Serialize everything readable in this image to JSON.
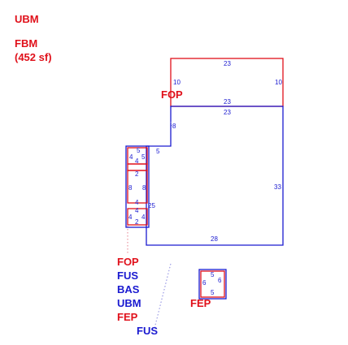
{
  "header": {
    "legend_top": "UBM",
    "area_label": "FBM",
    "area_value": "(452 sf)"
  },
  "colors": {
    "red": "#e0101a",
    "blue": "#1a1ad0"
  },
  "labels": {
    "fop_top": "FOP",
    "fop_bottom": "FOP",
    "fus_1": "FUS",
    "bas_1": "BAS",
    "ubm_1": "UBM",
    "fep_1": "FEP",
    "fus_2": "FUS",
    "fep_right": "FEP"
  },
  "dimensions": {
    "porch_top": "23",
    "porch_left": "10",
    "porch_right": "10",
    "porch_bottom": "23",
    "main_top": "23",
    "main_left_upper": "8",
    "main_right": "33",
    "main_bottom": "28",
    "main_left_lower": "25",
    "notch_top": "5",
    "stack_a": "5",
    "stack_b": "4",
    "stack_c": "5",
    "stack_d": "4",
    "stack_e": "2",
    "stack_f": "8",
    "stack_g": "8",
    "stack_h": "4",
    "stack_i": "4",
    "stack_j": "4",
    "stack_k": "4",
    "stack_l": "2",
    "fep_top": "5",
    "fep_left": "6",
    "fep_right": "6",
    "fep_bottom": "5"
  }
}
